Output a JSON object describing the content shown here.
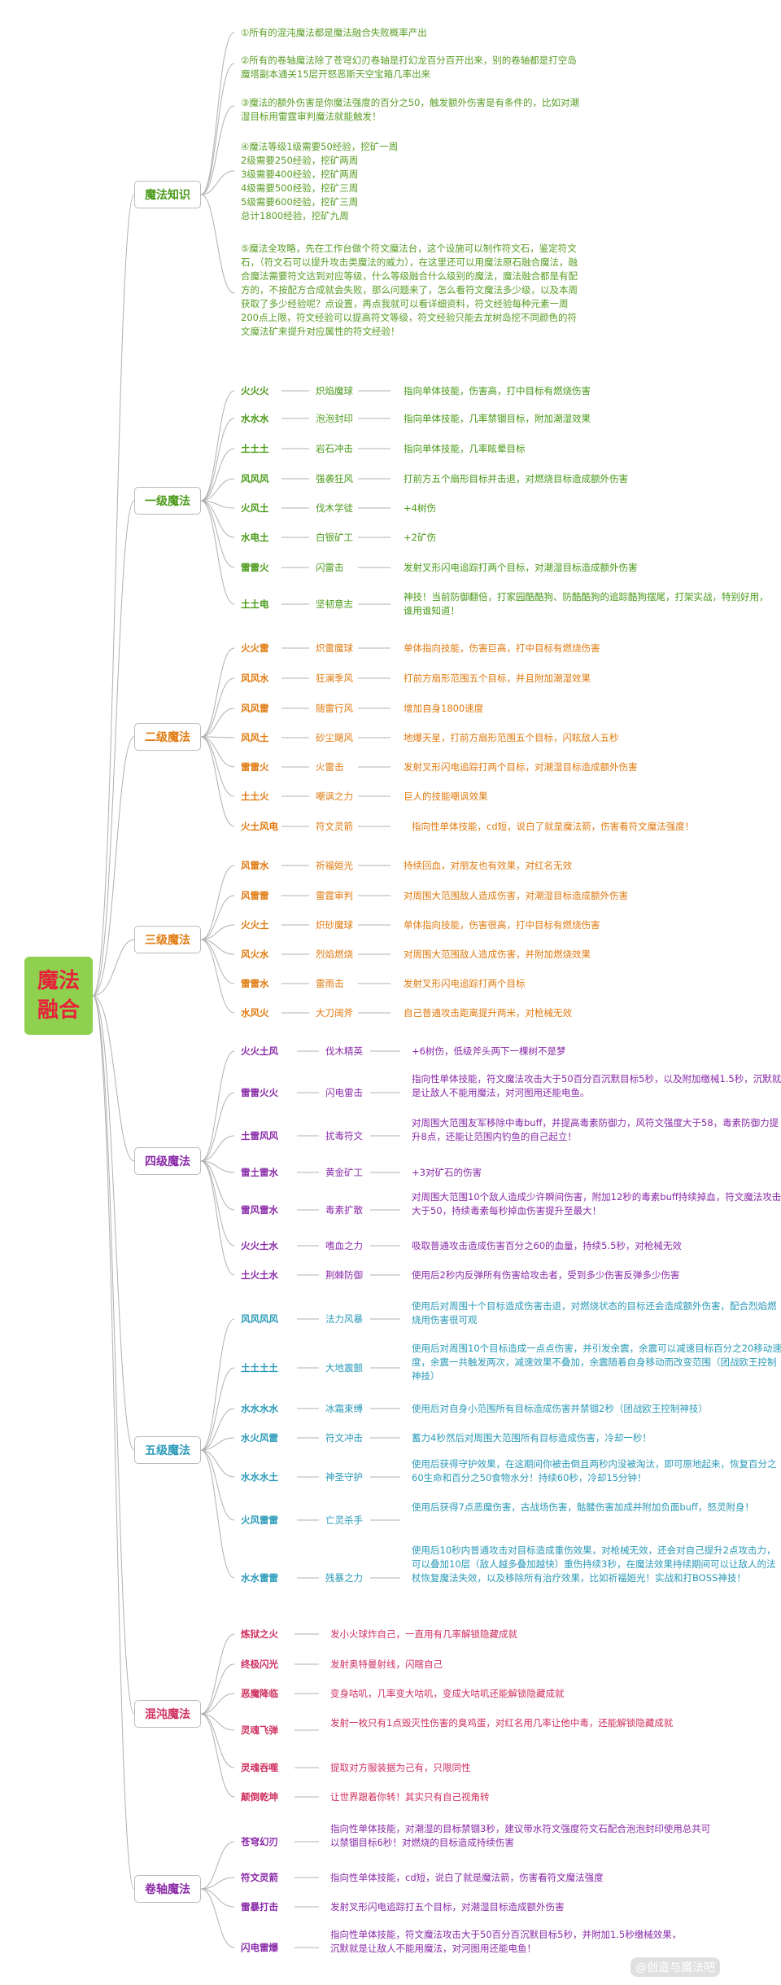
{
  "root": {
    "line1": "魔法",
    "line2": "融合"
  },
  "knowledge": {
    "label": "魔法知识",
    "notes": [
      "①所有的混沌魔法都是魔法融合失败概率产出",
      "②所有的卷轴魔法除了苍穹幻刃卷轴是打幻龙百分百开出来，别的卷轴都是打空岛魔塔副本通关15层开怒恶斯天空宝箱几率出来",
      "③魔法的额外伤害是你魔法强度的百分之50，触发额外伤害是有条件的，比如对潮湿目标用雷霆审判魔法就能触发！",
      "④魔法等级1级需要50经验，挖矿一周\n2级需要250经验，挖矿两周\n3级需要400经验，挖矿两周\n4级需要500经验，挖矿三周\n5级需要600经验，挖矿三周\n总计1800经验，挖矿九周",
      "⑤魔法全攻略，先在工作台做个符文魔法台，这个设施可以制作符文石，鉴定符文石，（符文石可以提升攻击类魔法的威力），在这里还可以用魔法原石融合魔法，融合魔法需要符文达到对应等级，什么等级融合什么级别的魔法，魔法融合都是有配方的，不按配方合成就会失败，那么问题来了，怎么看符文魔法多少级，以及本周获取了多少经验呢？点设置，再点我就可以看详细资料，符文经验每种元素一周200点上限，符文经验可以提高符文等级，符文经验只能去龙树岛挖不同颜色的符文魔法矿来提升对应属性的符文经验！"
    ]
  },
  "level1": {
    "label": "一级魔法",
    "items": [
      {
        "name": "火火火",
        "sub": "炽焰魔球",
        "desc": "指向单体技能，伤害高，打中目标有燃烧伤害"
      },
      {
        "name": "水水水",
        "sub": "泡泡封印",
        "desc": "指向单体技能，几率禁锢目标，附加潮湿效果"
      },
      {
        "name": "土土土",
        "sub": "岩石冲击",
        "desc": "指向单体技能，几率眩晕目标"
      },
      {
        "name": "风风风",
        "sub": "强袭狂风",
        "desc": "打前方五个扇形目标并击退，对燃烧目标造成额外伤害"
      },
      {
        "name": "火风土",
        "sub": "伐木学徒",
        "desc": "+4树伤"
      },
      {
        "name": "水电土",
        "sub": "白银矿工",
        "desc": "+2矿伤"
      },
      {
        "name": "雷雷火",
        "sub": "闪雷击",
        "desc": "发射叉形闪电追踪打两个目标，对潮湿目标造成额外伤害"
      },
      {
        "name": "土土电",
        "sub": "坚韧意志",
        "desc": "神技！当前防御翻倍，打家园酷酷狗、防酷酷狗的追踪酷狗摆尾，打架实战，特别好用，谁用谁知道！"
      }
    ]
  },
  "level2": {
    "label": "二级魔法",
    "items": [
      {
        "name": "火火雷",
        "sub": "炽雷魔球",
        "desc": "单体指向技能，伤害巨高，打中目标有燃烧伤害"
      },
      {
        "name": "风风水",
        "sub": "狂澜季风",
        "desc": "打前方扇形范围五个目标，并且附加潮湿效果"
      },
      {
        "name": "风风雷",
        "sub": "随雷行风",
        "desc": "增加自身1800速度"
      },
      {
        "name": "风风土",
        "sub": "砂尘飓风",
        "desc": "地爆天星，打前方扇形范围五个目标，闪眩敌人五秒"
      },
      {
        "name": "雷雷火",
        "sub": "火雷击",
        "desc": "发射叉形闪电追踪打两个目标，对潮湿目标造成额外伤害"
      },
      {
        "name": "土土火",
        "sub": "嘲讽之力",
        "desc": "巨人的技能嘲讽效果"
      },
      {
        "name": "火土风电",
        "sub": "符文灵箭",
        "desc": "指向性单体技能，cd短，说白了就是魔法箭，伤害看符文魔法强度！"
      }
    ]
  },
  "level3": {
    "label": "三级魔法",
    "items": [
      {
        "name": "风雷水",
        "sub": "祈福姮光",
        "desc": "持续回血，对朋友也有效果，对红名无效"
      },
      {
        "name": "风雷雷",
        "sub": "雷霆审判",
        "desc": "对周围大范围敌人造成伤害，对潮湿目标造成额外伤害"
      },
      {
        "name": "火火土",
        "sub": "炽砂魔球",
        "desc": "单体指向技能，伤害很高，打中目标有燃烧伤害"
      },
      {
        "name": "风火水",
        "sub": "烈焰燃烧",
        "desc": "对周围大范围敌人造成伤害，并附加燃烧效果"
      },
      {
        "name": "雷雷水",
        "sub": "雷雨击",
        "desc": "发射叉形闪电追踪打两个目标"
      },
      {
        "name": "水风火",
        "sub": "大刀阔斧",
        "desc": "自己普通攻击距离提升两米，对枪械无效"
      }
    ]
  },
  "level4": {
    "label": "四级魔法",
    "items": [
      {
        "name": "火火土风",
        "sub": "伐木精英",
        "desc": "+6树伤，低级斧头两下一棵树不是梦"
      },
      {
        "name": "雷雷火火",
        "sub": "闪电雷击",
        "desc": "指向性单体技能，符文魔法攻击大于50百分百沉默目标5秒，以及附加缴械1.5秒，沉默就是让敌人不能用魔法，对河图用还能电鱼。"
      },
      {
        "name": "土雷风风",
        "sub": "扰毒符文",
        "desc": "对周围大范围友军移除中毒buff，并提高毒素防御力，风符文强度大于58，毒素防御力提升8点，还能让范围内钓鱼的自己起立！"
      },
      {
        "name": "雷土雷水",
        "sub": "黄金矿工",
        "desc": "+3对矿石的伤害"
      },
      {
        "name": "雷风雷水",
        "sub": "毒素扩散",
        "desc": "对周围大范围10个敌人造成少许瞬间伤害，附加12秒的毒素buff持续掉血，符文魔法攻击大于50，持续毒素每秒掉血伤害提升至最大！"
      },
      {
        "name": "火火土水",
        "sub": "嗜血之力",
        "desc": "吸取普通攻击造成伤害百分之60的血量，持续5.5秒，对枪械无效"
      },
      {
        "name": "土火土水",
        "sub": "荆棘防御",
        "desc": "使用后2秒内反弹所有伤害给攻击者，受到多少伤害反弹多少伤害"
      }
    ]
  },
  "level5": {
    "label": "五级魔法",
    "items": [
      {
        "name": "风风风风",
        "sub": "法力风暴",
        "desc": "使用后对周围十个目标造成伤害击退，对燃烧状态的目标还会造成额外伤害，配合烈焰燃烧用伤害很可观"
      },
      {
        "name": "土土土土",
        "sub": "大地震颤",
        "desc": "使用后对周围10个目标造成一点点伤害，并引发余震，余震可以减速目标百分之20移动速度，余震一共触发两次，减速效果不叠加，余震随着自身移动而改变范围（团战欧王控制神技）"
      },
      {
        "name": "水水水水",
        "sub": "冰霜束缚",
        "desc": "使用后对自身小范围所有目标造成伤害并禁锢2秒（团战欧王控制神技）"
      },
      {
        "name": "水火风雷",
        "sub": "符文冲击",
        "desc": "蓄力4秒然后对周围大范围所有目标造成伤害，冷却一秒！"
      },
      {
        "name": "水水水土",
        "sub": "神圣守护",
        "desc": "使用后获得守护效果，在这期间你被击倒且两秒内没被淘汰，即可原地起来，恢复百分之60生命和百分之50食物水分！持续60秒，冷却15分钟！"
      },
      {
        "name": "火风雷雷",
        "sub": "亡灵杀手",
        "desc": "使用后获得7点恶魔伤害，古战场伤害，骷髅伤害加成并附加负面buff，怒灵附身！"
      },
      {
        "name": "水水雷雷",
        "sub": "残暴之力",
        "desc": "使用后10秒内普通攻击对目标造成重伤效果，对枪械无效，还会对自己提升2点攻击力，可以叠加10层（敌人越多叠加越快）重伤持续3秒，在魔法效果持续期间可以让敌人的法杖恢复魔法失效，以及移除所有治疗效果，比如祈福姮光！实战和打BOSS神技！"
      }
    ]
  },
  "chaos": {
    "label": "混沌魔法",
    "items": [
      {
        "name": "炼狱之火",
        "desc": "发小火球炸自己，一直用有几率解锁隐藏成就"
      },
      {
        "name": "终极闪光",
        "desc": "发射奥特曼射线，闪瞎自己"
      },
      {
        "name": "恶魔降临",
        "desc": "变身咕叽，几率变大咕叽，变成大咕叽还能解锁隐藏成就"
      },
      {
        "name": "灵魂飞弹",
        "desc": "发射一枚只有1点毁灭性伤害的臭鸡蛋，对红名用几率让他中毒，还能解锁隐藏成就"
      },
      {
        "name": "灵魂吞噬",
        "desc": "提取对方服装据为己有，只限同性"
      },
      {
        "name": "颠倒乾坤",
        "desc": "让世界跟着你转！其实只有自己视角转"
      }
    ]
  },
  "scroll": {
    "label": "卷轴魔法",
    "items": [
      {
        "name": "苍穹幻刃",
        "desc": "指向性单体技能，对潮湿的目标禁锢3秒，建议带水符文强度符文石配合泡泡封印使用总共可以禁锢目标6秒！对燃烧的目标造成持续伤害"
      },
      {
        "name": "符文灵箭",
        "desc": "指向性单体技能，cd短，说白了就是魔法箭，伤害看符文魔法强度"
      },
      {
        "name": "雷暴打击",
        "desc": "发射叉形闪电追踪打五个目标，对潮湿目标造成额外伤害"
      },
      {
        "name": "闪电雷爆",
        "desc": "指向性单体技能，符文魔法攻击大于50百分百沉默目标5秒，并附加1.5秒缴械效果，沉默就是让敌人不能用魔法，对河图用还能电鱼！"
      }
    ]
  },
  "watermark": "@创造与魔法吧",
  "colors": {
    "root_bg": "#8fd14f",
    "root_text": "#e6233b",
    "level1": "#4a9a1a",
    "level2": "#e07a10",
    "level3": "#e07a10",
    "level4": "#8a2aa8",
    "level5": "#2a9ab8",
    "chaos": "#d03060",
    "scroll": "#8a2aa8"
  }
}
